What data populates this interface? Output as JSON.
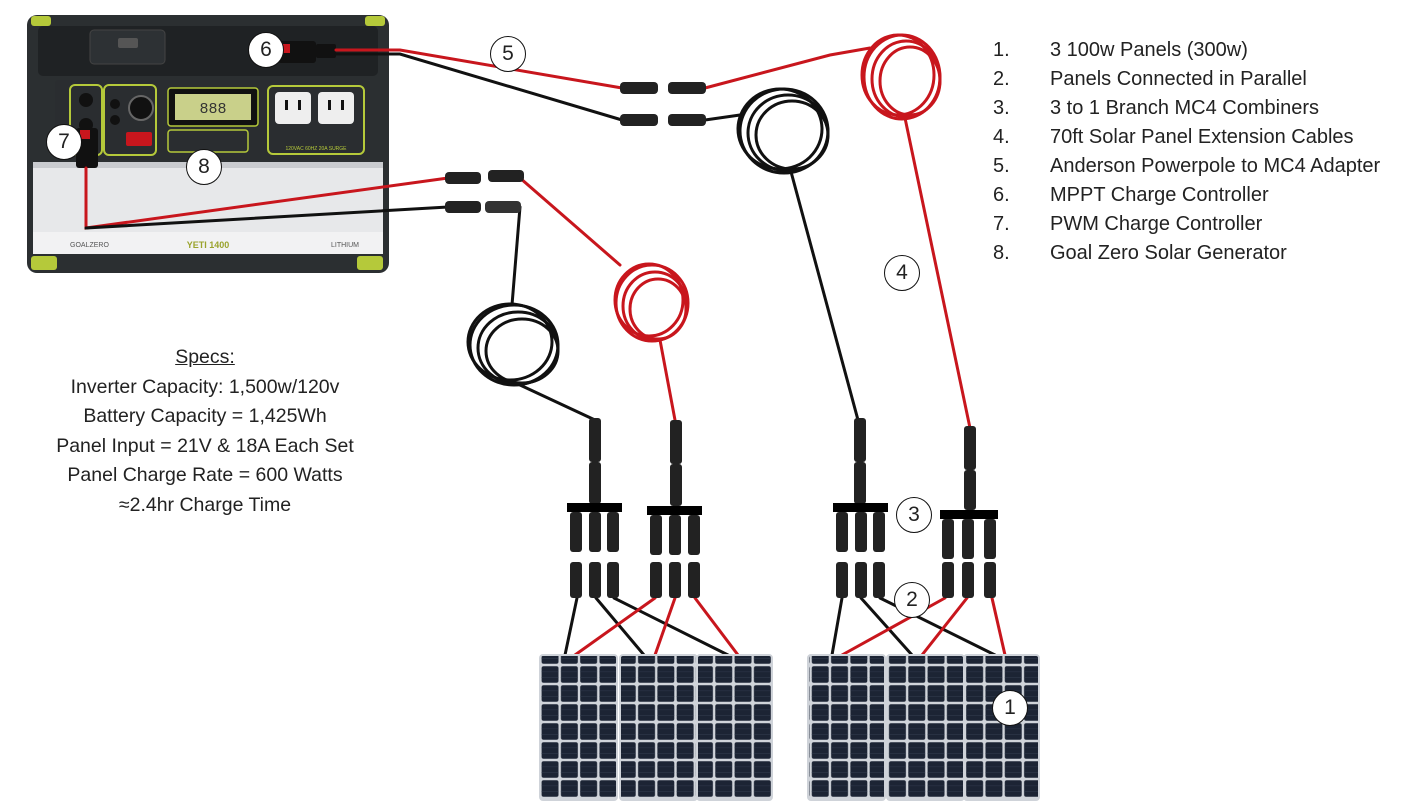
{
  "generator": {
    "brand_label": "GOALZERO",
    "model_label": "YETI 1400",
    "battery_label": "LITHIUM",
    "ac_label": "120VAC 60HZ 20A SURGE",
    "display_text": "888"
  },
  "specs": {
    "title": "Specs:",
    "lines": [
      "Inverter Capacity: 1,500w/120v",
      "Battery Capacity = 1,425Wh",
      "Panel Input = 21V & 18A Each Set",
      "Panel Charge Rate = 600 Watts",
      "≈2.4hr Charge Time"
    ]
  },
  "legend": [
    {
      "num": "1.",
      "text": "3 100w Panels (300w)"
    },
    {
      "num": "2.",
      "text": "Panels Connected in Parallel"
    },
    {
      "num": "3.",
      "text": "3 to 1 Branch MC4 Combiners"
    },
    {
      "num": "4.",
      "text": "70ft Solar Panel Extension Cables"
    },
    {
      "num": "5.",
      "text": "Anderson Powerpole to MC4 Adapter"
    },
    {
      "num": "6.",
      "text": "MPPT Charge Controller"
    },
    {
      "num": "7.",
      "text": "PWM Charge Controller"
    },
    {
      "num": "8.",
      "text": "Goal Zero Solar Generator"
    }
  ],
  "callouts": {
    "c1": "1",
    "c2": "2",
    "c3": "3",
    "c4": "4",
    "c5": "5",
    "c6": "6",
    "c7": "7",
    "c8": "8"
  },
  "colors": {
    "wire_red": "#c8161d",
    "wire_black": "#111111",
    "panel_cell": "#1c2434",
    "panel_frame": "#d8dbe0",
    "generator_body": "#2b2f31",
    "generator_accent": "#b5c93a"
  }
}
